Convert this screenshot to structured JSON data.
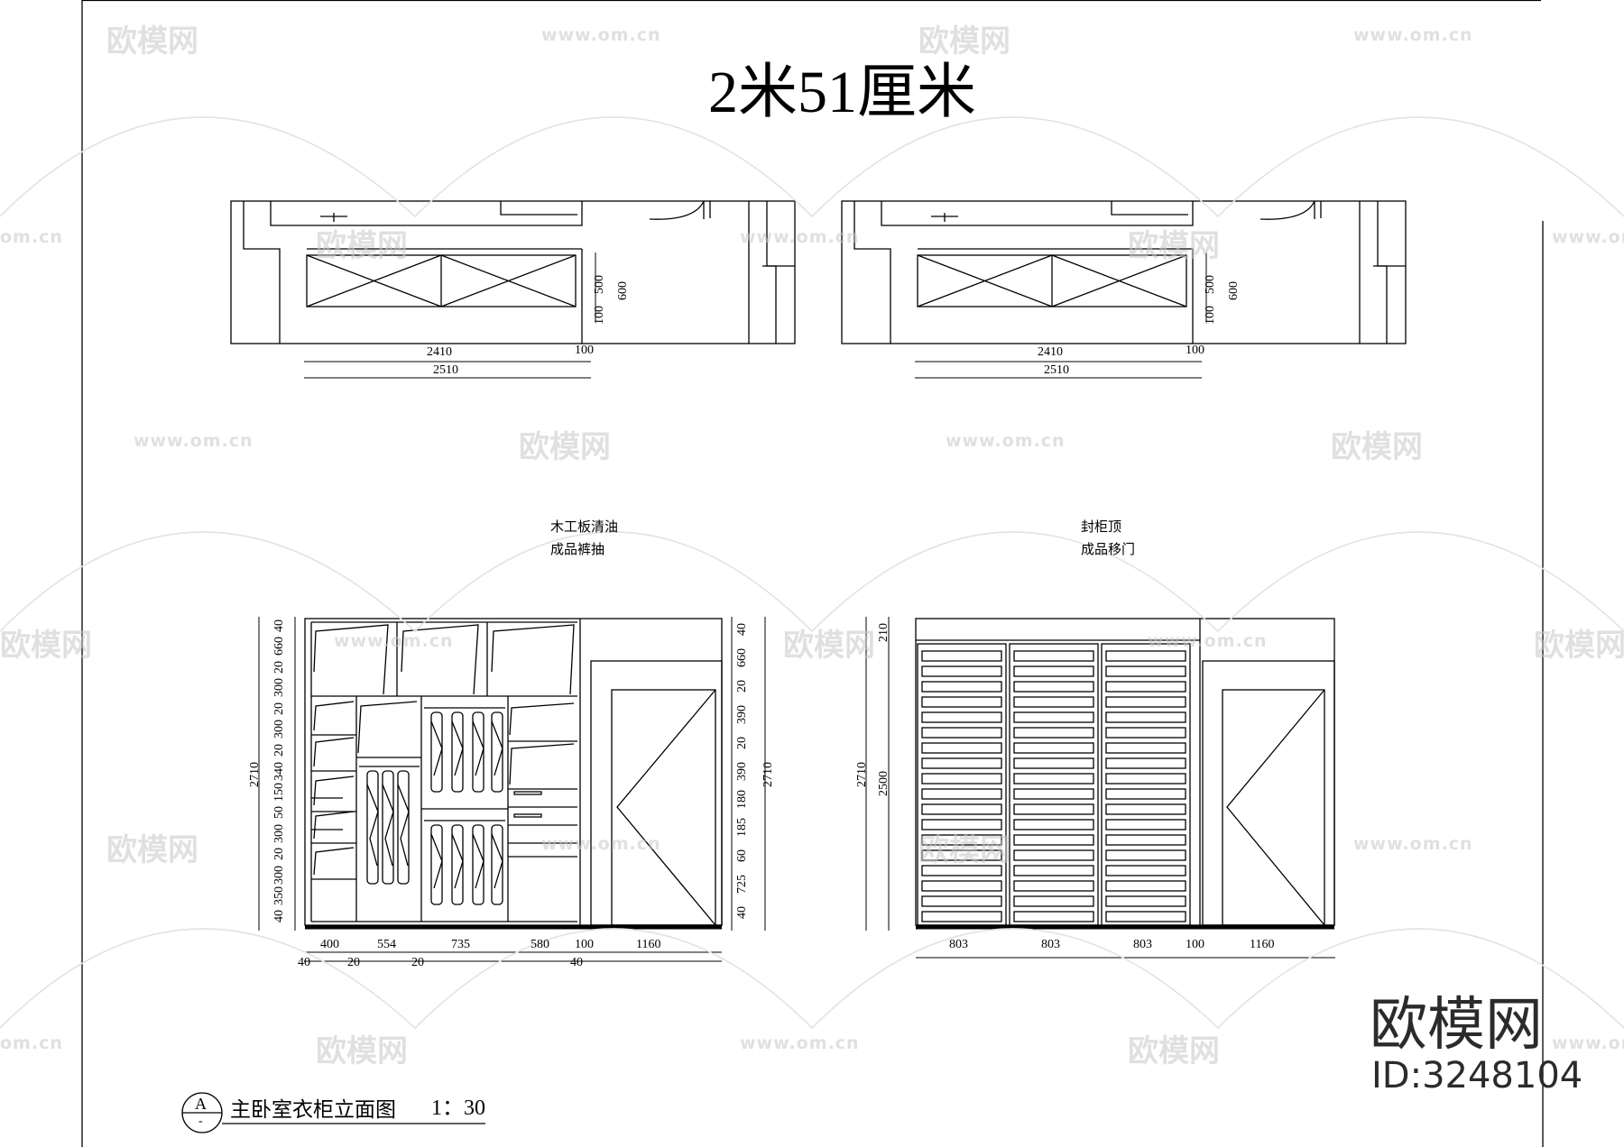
{
  "title": "2米51厘米",
  "notes": {
    "left_1": "木工板清油",
    "left_2": "成品裤抽",
    "right_1": "封柜顶",
    "right_2": "成品移门"
  },
  "plan_dims": {
    "width_inner": "2410",
    "gap": "100",
    "width_total": "2510",
    "depth_a": "500",
    "depth_b": "600",
    "depth_c": "100"
  },
  "left_elev": {
    "total_height": "2710",
    "left_stack": [
      "40",
      "660",
      "20",
      "300",
      "20",
      "300",
      "20",
      "340",
      "150",
      "50",
      "300",
      "20",
      "300",
      "350",
      "40"
    ],
    "right_stack": [
      "40",
      "660",
      "20",
      "390",
      "20",
      "390",
      "180",
      "185",
      "60",
      "725",
      "40"
    ],
    "bottom_widths": [
      "400",
      "554",
      "735",
      "580",
      "100",
      "1160"
    ],
    "bottom_thick": [
      "40",
      "20",
      "20",
      "40"
    ]
  },
  "right_elev": {
    "height_total": "2710",
    "height_door": "2500",
    "top": "210",
    "bottom_widths": [
      "803",
      "803",
      "803",
      "100",
      "1160"
    ]
  },
  "caption": {
    "marker": "A",
    "marker_sub": "-",
    "text": "主卧室衣柜立面图",
    "scale": "1：30"
  },
  "watermark": {
    "brand": "欧模网",
    "url": "www.om.cn",
    "url_short": "om.cn",
    "id": "ID:3248104"
  }
}
